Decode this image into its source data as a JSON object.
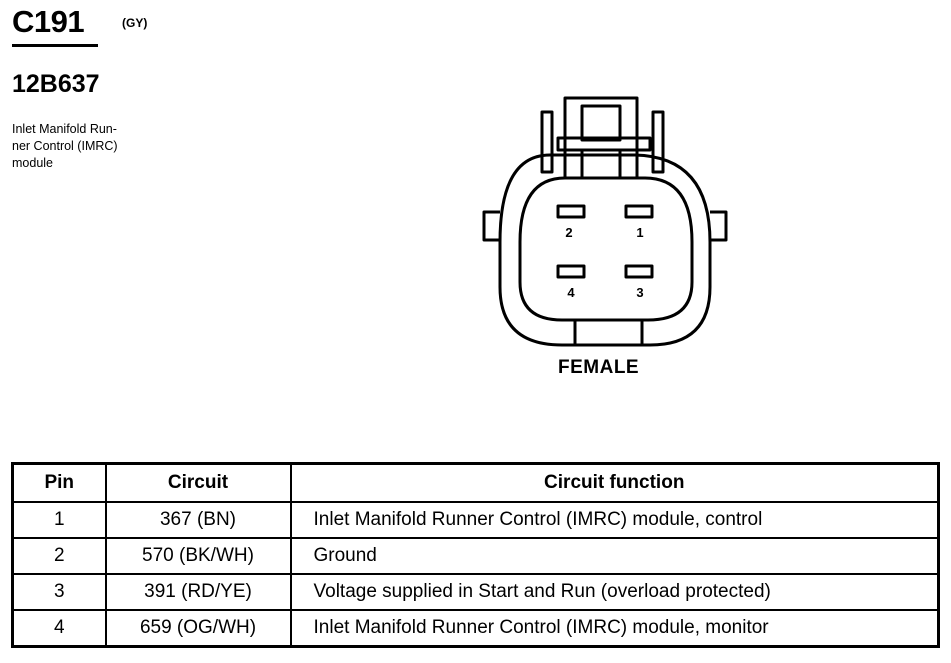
{
  "connector": {
    "id": "C191",
    "color_code": "(GY)",
    "part_number": "12B637",
    "description": "Inlet Manifold Run-\nner Control (IMRC)\nmodule"
  },
  "diagram": {
    "gender": "FEMALE",
    "pins": [
      "2",
      "1",
      "4",
      "3"
    ]
  },
  "table": {
    "headers": [
      "Pin",
      "Circuit",
      "Circuit function"
    ],
    "rows": [
      {
        "pin": "1",
        "circuit": "367 (BN)",
        "function": "Inlet Manifold Runner Control (IMRC) module, control"
      },
      {
        "pin": "2",
        "circuit": "570 (BK/WH)",
        "function": "Ground"
      },
      {
        "pin": "3",
        "circuit": "391 (RD/YE)",
        "function": "Voltage supplied in Start and Run (overload protected)"
      },
      {
        "pin": "4",
        "circuit": "659 (OG/WH)",
        "function": "Inlet Manifold Runner Control (IMRC) module, monitor"
      }
    ]
  }
}
